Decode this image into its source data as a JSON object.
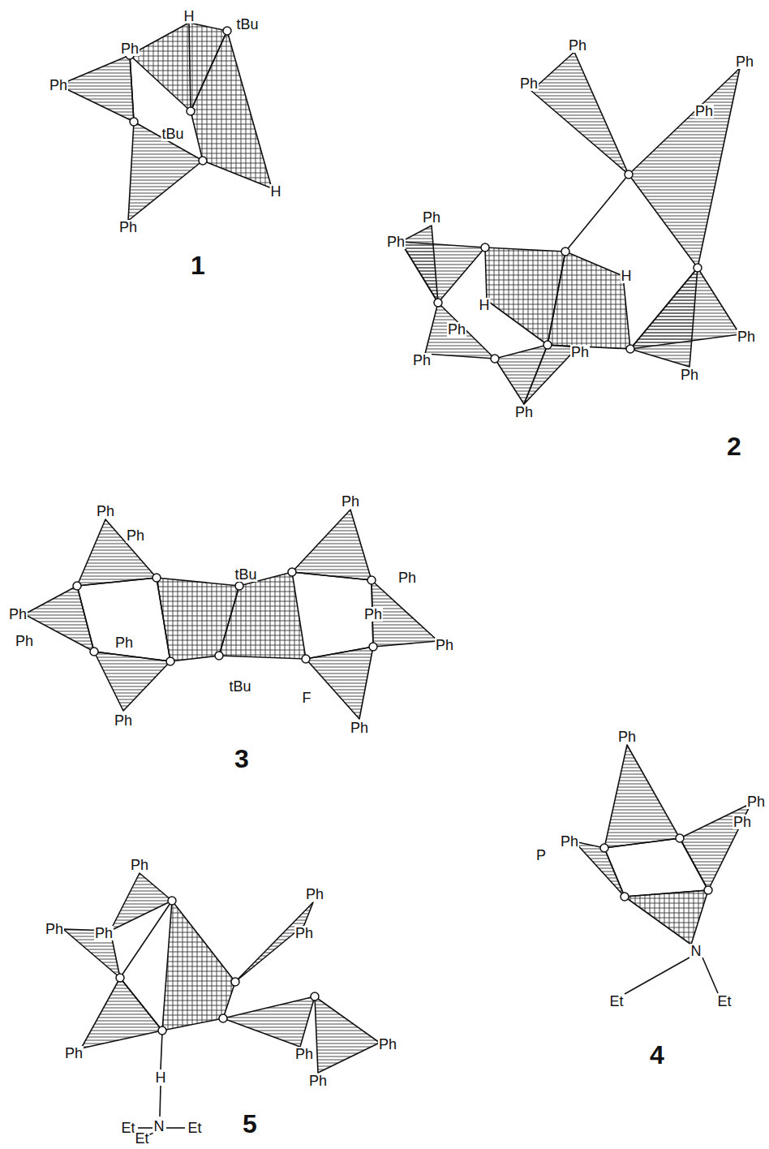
{
  "diagram": {
    "labels": [
      "H",
      "tBu",
      "Ph",
      "Ph",
      "tBu",
      "H",
      "Ph",
      "1",
      "Ph",
      "Ph",
      "Ph",
      "Ph",
      "Ph",
      "Ph",
      "H",
      "H",
      "Ph",
      "Ph",
      "Ph",
      "Ph",
      "Ph",
      "Ph",
      "2",
      "Ph",
      "Ph",
      "Ph",
      "tBu",
      "Ph",
      "Ph",
      "Ph",
      "Ph",
      "Ph",
      "Ph",
      "tBu",
      "F",
      "Ph",
      "Ph",
      "3",
      "Ph",
      "Ph",
      "Ph",
      "Ph",
      "P",
      "N",
      "Et",
      "Et",
      "4",
      "Ph",
      "Ph",
      "Ph",
      "Ph",
      "Ph",
      "Ph",
      "Ph",
      "Ph",
      "Ph",
      "H",
      "Et",
      "N",
      "Et",
      "Et",
      "5"
    ]
  }
}
